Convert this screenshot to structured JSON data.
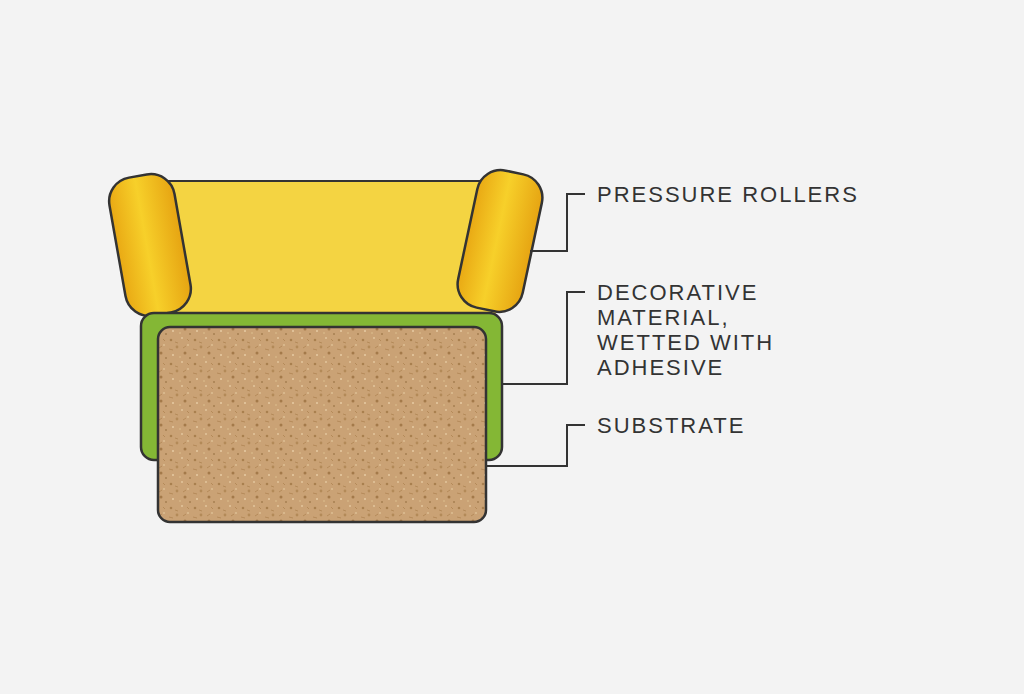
{
  "diagram": {
    "labels": [
      "PRESSURE ROLLERS",
      "DECORATIVE MATERIAL, WETTED WITH ADHESIVE",
      "SUBSTRATE"
    ]
  }
}
